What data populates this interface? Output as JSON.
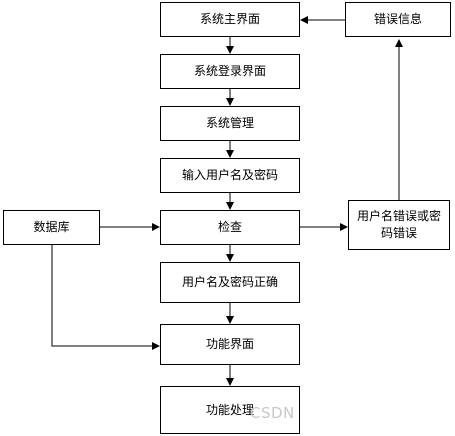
{
  "nodes": {
    "main_ui": "系统主界面",
    "login_ui": "系统登录界面",
    "sys_manage": "系统管理",
    "input_cred": "输入用户名及密码",
    "check": "检查",
    "cred_ok": "用户名及密码正确",
    "func_ui": "功能界面",
    "func_proc": "功能处理",
    "database": "数据库",
    "cred_err": "用户名错误或密码错误",
    "err_info": "错误信息"
  },
  "watermark": "CSDN"
}
